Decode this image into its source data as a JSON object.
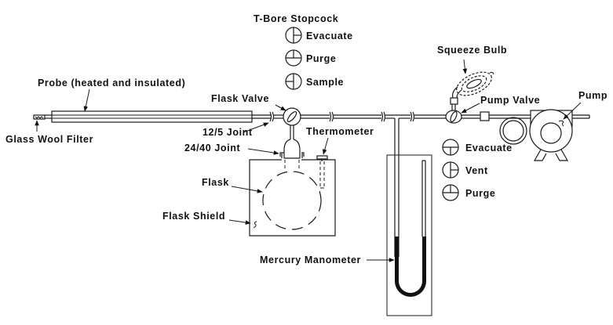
{
  "diagram": {
    "title": "T-Bore Stopcock",
    "flask_valve_positions": [
      {
        "label": "Evacuate",
        "icon": "stopcock-evacuate-icon"
      },
      {
        "label": "Purge",
        "icon": "stopcock-purge-icon"
      },
      {
        "label": "Sample",
        "icon": "stopcock-sample-icon"
      }
    ],
    "pump_valve_positions": [
      {
        "label": "Evacuate",
        "icon": "stopcock-evacuate-icon"
      },
      {
        "label": "Vent",
        "icon": "stopcock-vent-icon"
      },
      {
        "label": "Purge",
        "icon": "stopcock-purge-icon"
      }
    ],
    "labels": {
      "probe": "Probe (heated and insulated)",
      "glass_wool_filter": "Glass Wool Filter",
      "flask_valve": "Flask Valve",
      "joint_12_5": "12/5 Joint",
      "joint_24_40": "24/40 Joint",
      "thermometer": "Thermometer",
      "flask": "Flask",
      "flask_shield": "Flask Shield",
      "mercury_manometer": "Mercury Manometer",
      "squeeze_bulb": "Squeeze Bulb",
      "pump_valve": "Pump Valve",
      "pump": "Pump"
    }
  }
}
